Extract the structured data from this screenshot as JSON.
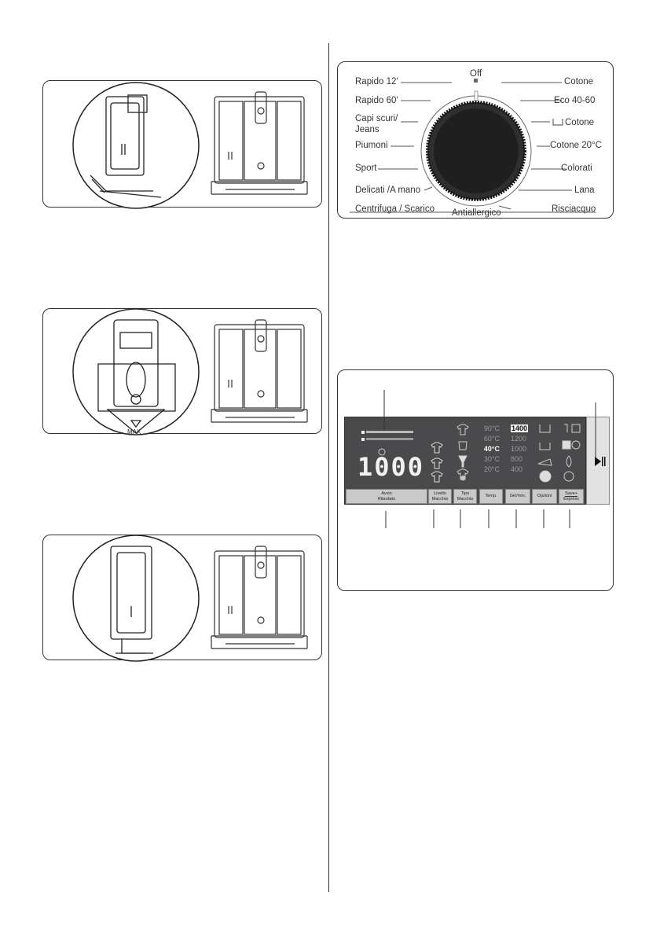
{
  "dial": {
    "off": "Off",
    "left": [
      "Rapido 12'",
      "Rapido 60'",
      "Capi scuri/",
      "Jeans",
      "Piumoni",
      "Sport",
      "Delicati /A mano",
      "Centrifuga / Scarico"
    ],
    "right": [
      "Cotone",
      "Eco 40-60",
      "Cotone",
      "Cotone 20°C",
      "Colorati",
      "Lana",
      "Risciacquo"
    ],
    "bottom": "Antiallergico"
  },
  "panel": {
    "display_digits": "1000",
    "temps": [
      "90°C",
      "60°C",
      "40°C",
      "30°C",
      "20°C"
    ],
    "spins": [
      "1400",
      "1200",
      "1000",
      "800",
      "400"
    ],
    "buttons": [
      {
        "line1": "Avvio",
        "line2": "Ritardato"
      },
      {
        "line1": "Livello",
        "line2": "Macchia"
      },
      {
        "line1": "Tipo",
        "line2": "Macchia"
      },
      {
        "line1": "Temp.",
        "line2": ""
      },
      {
        "line1": "Giri/min.",
        "line2": ""
      },
      {
        "line1": "Opzioni",
        "line2": ""
      },
      {
        "line1": "Save+",
        "line2": "Express"
      }
    ]
  },
  "figures": {
    "max_label": "MAX"
  },
  "colors": {
    "panel_bg": "#4a4a4d",
    "button_bg": "#c9c9c9",
    "line": "#333333"
  }
}
